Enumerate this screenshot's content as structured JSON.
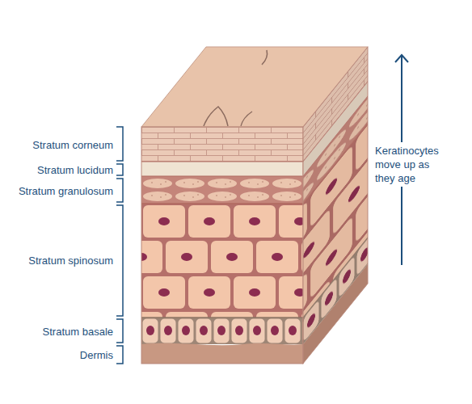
{
  "diagram": {
    "labels": [
      "Stratum corneum",
      "Stratum lucidum",
      "Stratum granulosum",
      "Stratum spinosum",
      "Stratum basale",
      "Dermis",
      "Keratinocytes move up as they age"
    ]
  }
}
